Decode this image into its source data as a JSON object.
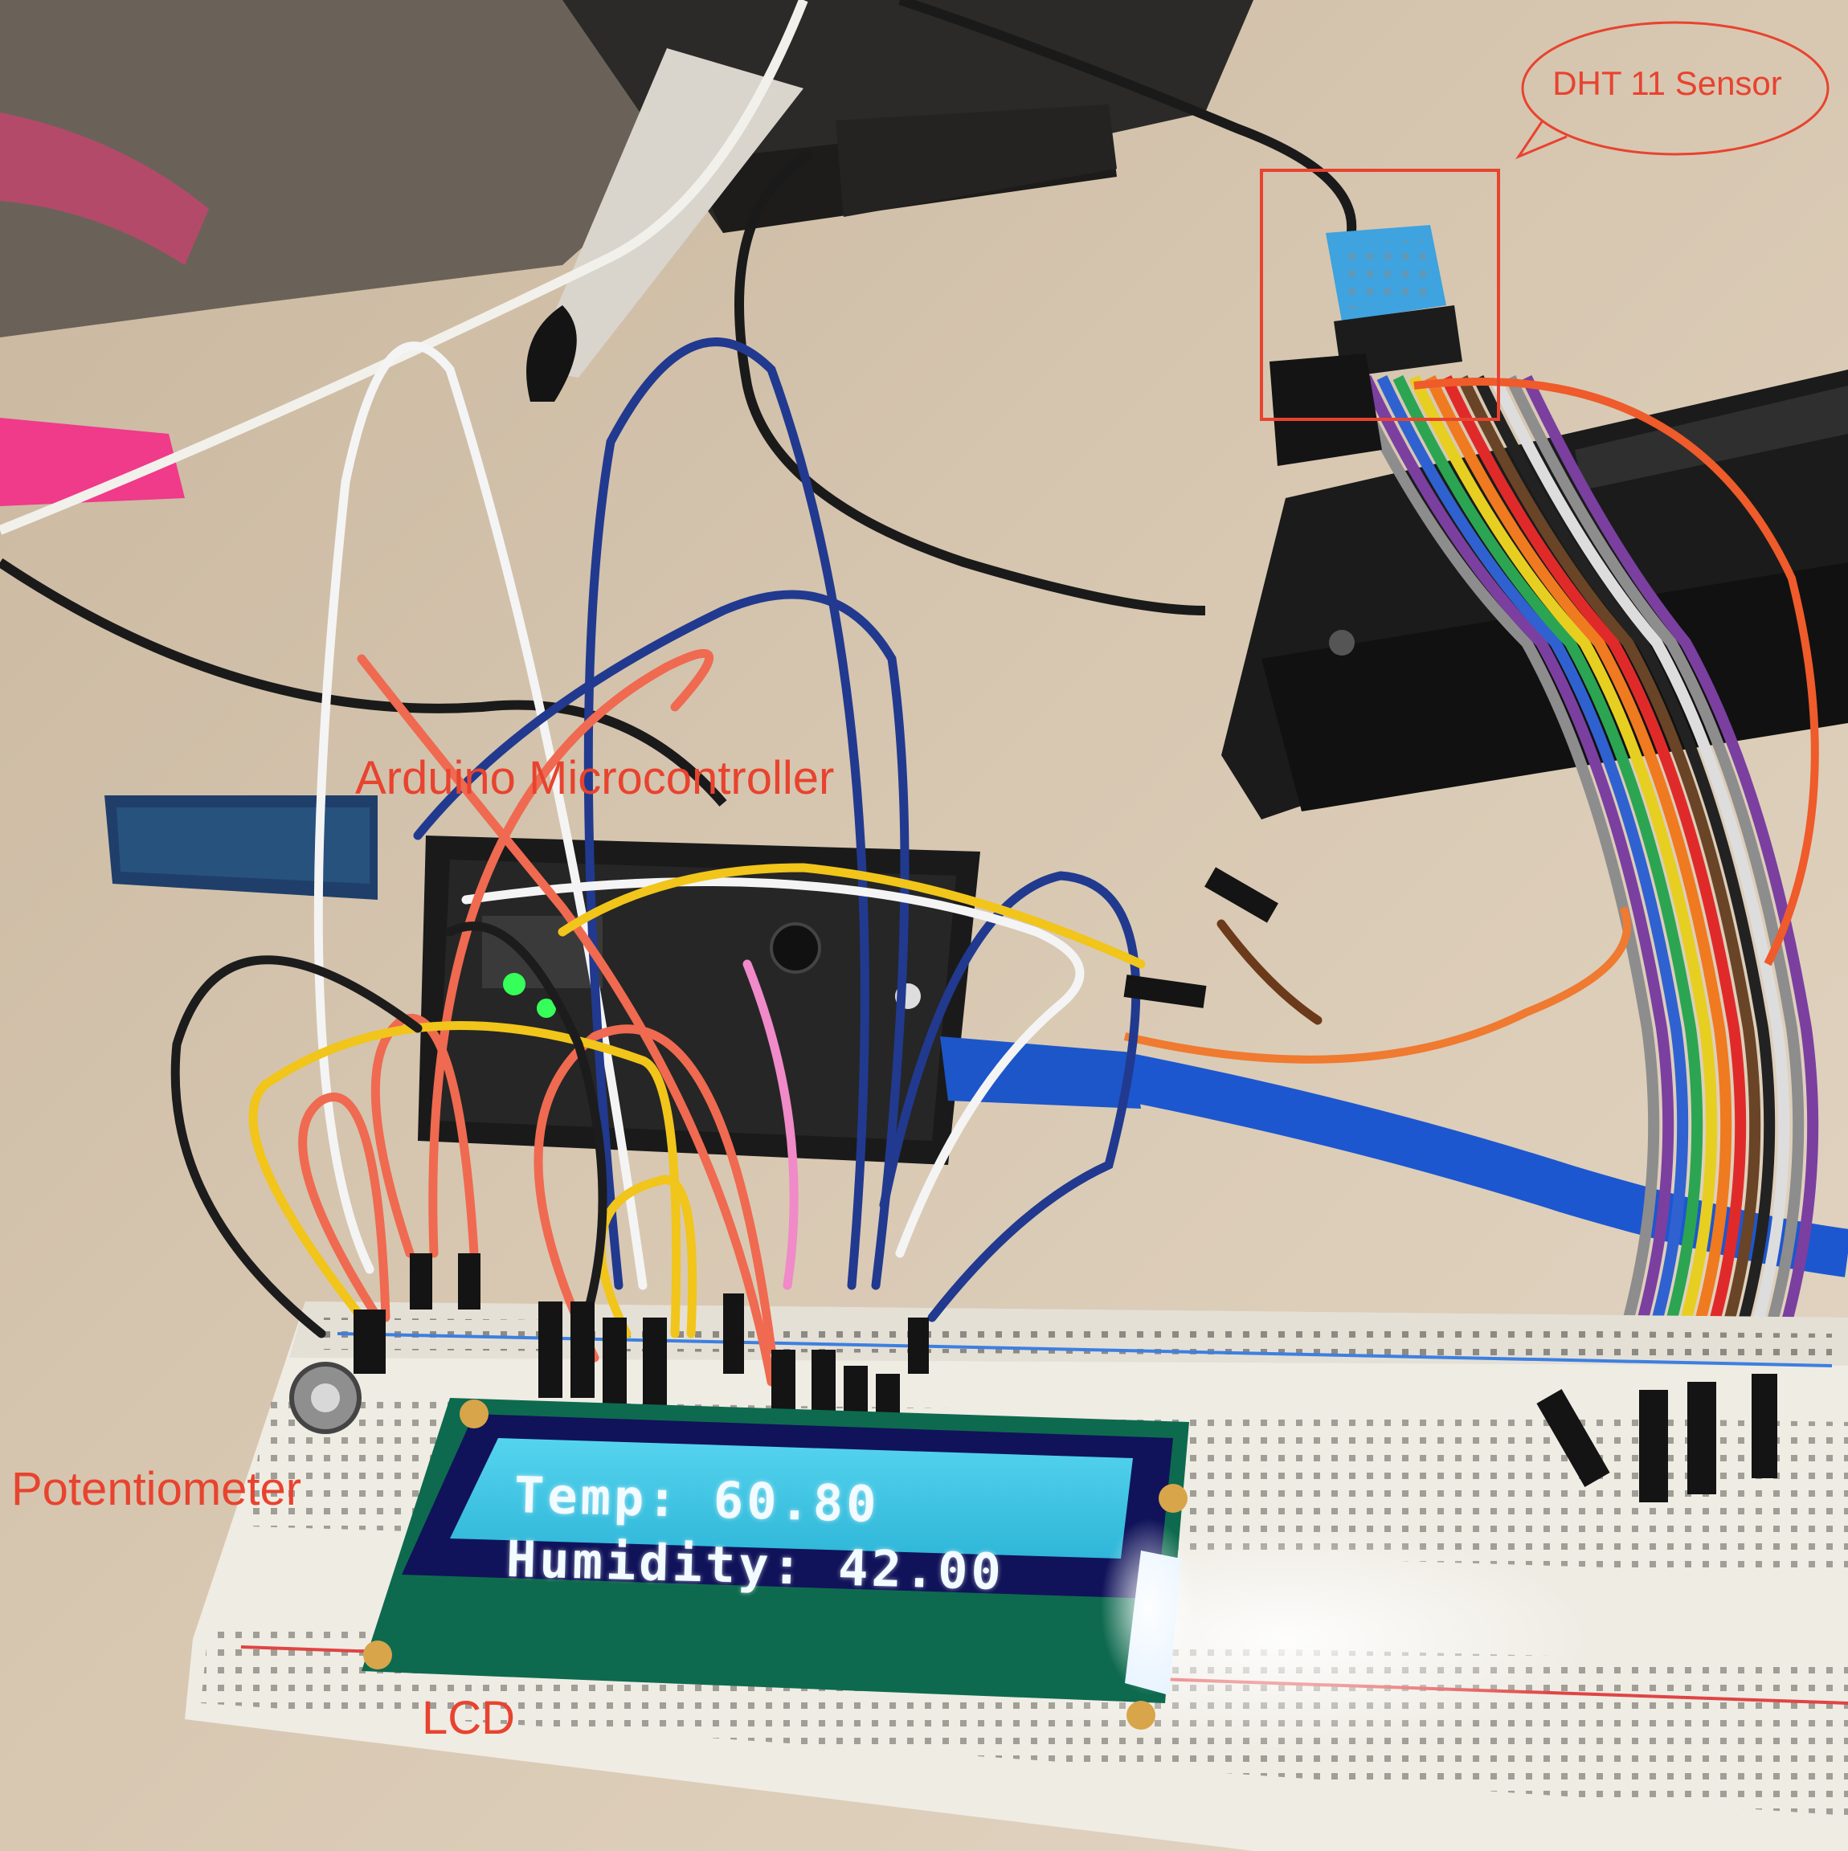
{
  "annotations": {
    "dht_sensor": "DHT 11 Sensor",
    "arduino": "Arduino Microcontroller",
    "potentiometer": "Potentiometer",
    "lcd": "LCD"
  },
  "lcd_display": {
    "line1": "Temp: 60.80",
    "line2": "Humidity: 42.00"
  },
  "colors": {
    "annotation": "#e8432f",
    "lcd_backlight": "#3ec6e6",
    "desk": "#cdbca6"
  }
}
